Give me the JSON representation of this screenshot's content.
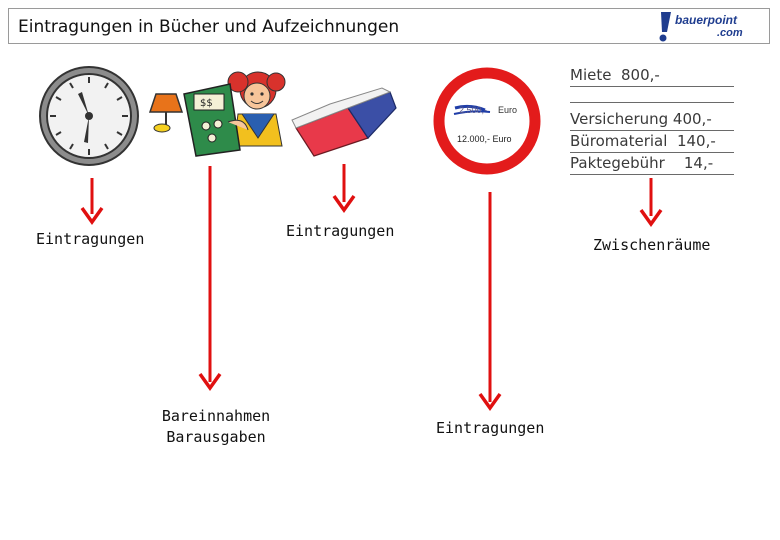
{
  "header": {
    "title": "Eintragungen in Bücher und Aufzeichnungen",
    "logo_line1": "bauerpoint",
    "logo_line2": ".com"
  },
  "stamp": {
    "struck_value": "2.500,-",
    "struck_currency": "Euro",
    "value": "12.000,- Euro"
  },
  "note": {
    "line1": "Miete  800,-",
    "line2": "Versicherung 400,-",
    "line3": "Büromaterial  140,-",
    "line4": "Paktegebühr    14,-"
  },
  "labels": {
    "clock": "Eintragungen",
    "eraser": "Eintragungen",
    "cash_line1": "Bareinnahmen",
    "cash_line2": "Barausgaben",
    "stamp": "Eintragungen",
    "note": "Zwischenräume"
  },
  "colors": {
    "arrow": "#e01010",
    "stamp_ring": "#e31b1b",
    "logo": "#1f3d8f"
  },
  "icons": [
    "clock-icon",
    "cash-register-woman-icon",
    "eraser-icon",
    "stamp-icon"
  ]
}
